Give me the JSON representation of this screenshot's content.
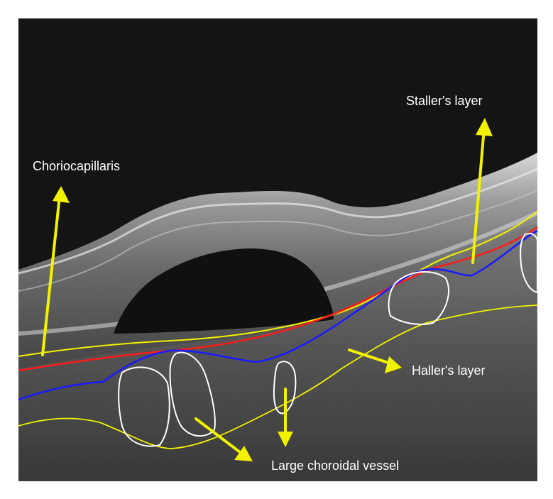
{
  "labels": {
    "choriocapillaris": "Choriocapillaris",
    "stallers_layer": "Staller's layer",
    "hallers_layer": "Haller's layer",
    "large_choroidal_vessel": "Large choroidal vessel"
  },
  "colors": {
    "arrow": "#f2f200",
    "choriocapillaris_boundary": "#ff1a1a",
    "sattler_boundary": "#1a1aff",
    "outline": "#ffffff",
    "annotation_text": "#ffffff"
  }
}
